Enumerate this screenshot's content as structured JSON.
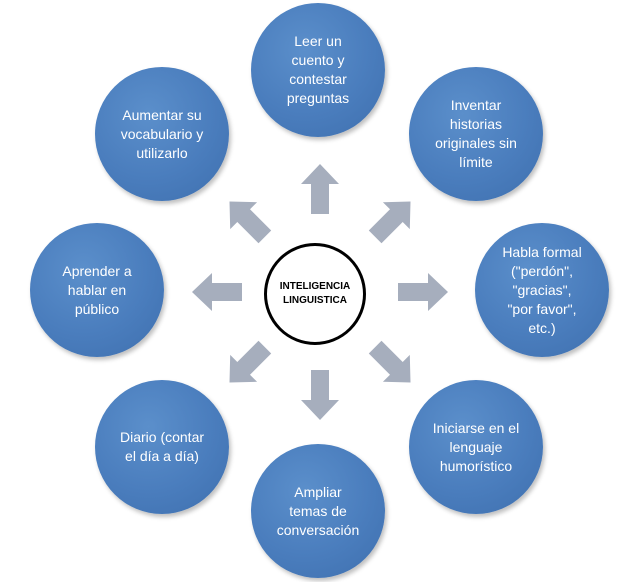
{
  "diagram": {
    "center": "INTELIGENCIA\nLINGUISTICA",
    "nodes": [
      "Leer un\ncuento y\ncontestar\npreguntas",
      "Inventar\nhistorias\noriginales sin\nlímite",
      "Habla formal\n(\"perdón\",\n\"gracias\",\n\"por favor\",\netc.)",
      "Iniciarse en el\nlenguaje\nhumorístico",
      "Ampliar\ntemas de\nconversación",
      "Diario (contar\nel día a día)",
      "Aprender  a\nhablar en\npúblico",
      "Aumentar  su\nvocabulario y\nutilizarlo"
    ],
    "colors": {
      "node_fill": "#4a7dbd",
      "arrow_fill": "#a6aebd",
      "center_border": "#000000"
    }
  }
}
